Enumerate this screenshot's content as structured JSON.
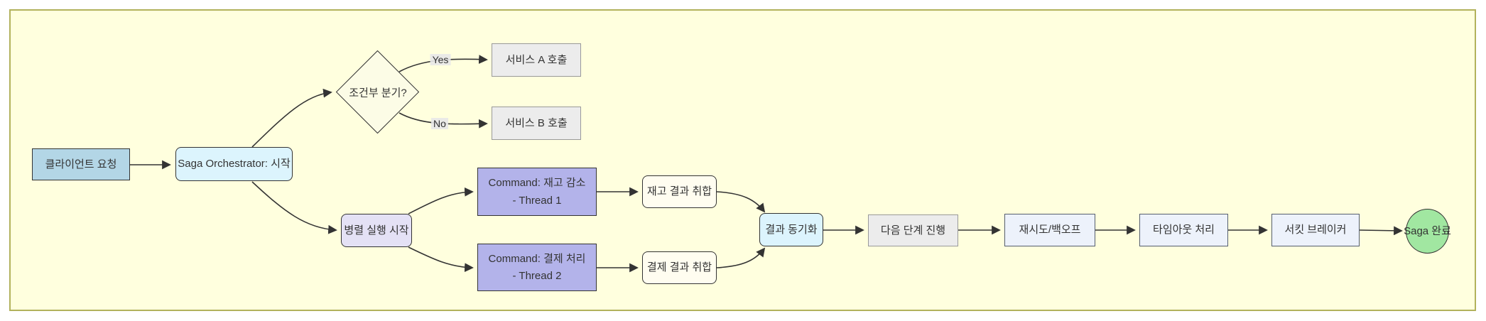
{
  "diagram": {
    "type": "flowchart",
    "background_color": "#ffffde",
    "frame_border_color": "#b2b25c",
    "nodes": {
      "client": {
        "label": "클라이언트 요청",
        "shape": "rect",
        "fill": "#b3d6e6"
      },
      "orchestrator": {
        "label": "Saga Orchestrator: 시작",
        "shape": "round-rect",
        "fill": "#dcf4fd"
      },
      "decision": {
        "label": "조건부 분기?",
        "shape": "diamond",
        "fill": "#fcfce6"
      },
      "service_a": {
        "label": "서비스 A 호출",
        "shape": "rect",
        "fill": "#ececec"
      },
      "service_b": {
        "label": "서비스 B 호출",
        "shape": "rect",
        "fill": "#ececec"
      },
      "parallel": {
        "label": "병렬 실행 시작",
        "shape": "round-rect",
        "fill": "#e4e1f5"
      },
      "command1": {
        "line1": "Command: 재고 감소",
        "line2": "- Thread 1",
        "shape": "rect",
        "fill": "#b3b3ea"
      },
      "command2": {
        "line1": "Command: 결제 처리",
        "line2": "- Thread 2",
        "shape": "rect",
        "fill": "#b3b3ea"
      },
      "agg_stock": {
        "label": "재고 결과 취합",
        "shape": "round-rect",
        "fill": "#fffdf0"
      },
      "agg_payment": {
        "label": "결제 결과 취합",
        "shape": "round-rect",
        "fill": "#fffdf0"
      },
      "sync": {
        "label": "결과 동기화",
        "shape": "round-rect",
        "fill": "#dcf4fd"
      },
      "next_step": {
        "label": "다음 단계 진행",
        "shape": "rect",
        "fill": "#ececec"
      },
      "retry": {
        "label": "재시도/백오프",
        "shape": "rect",
        "fill": "#edf2fb"
      },
      "timeout": {
        "label": "타임아웃 처리",
        "shape": "rect",
        "fill": "#edf2fb"
      },
      "circuit": {
        "label": "서킷 브레이커",
        "shape": "rect",
        "fill": "#edf2fb"
      },
      "done": {
        "label": "Saga 완료",
        "shape": "circle",
        "fill": "#a1e7a1"
      }
    },
    "edge_labels": {
      "yes": "Yes",
      "no": "No"
    },
    "edges": [
      {
        "from": "클라이언트 요청",
        "to": "Saga Orchestrator: 시작"
      },
      {
        "from": "Saga Orchestrator: 시작",
        "to": "조건부 분기?"
      },
      {
        "from": "조건부 분기?",
        "to": "서비스 A 호출",
        "label": "Yes"
      },
      {
        "from": "조건부 분기?",
        "to": "서비스 B 호출",
        "label": "No"
      },
      {
        "from": "Saga Orchestrator: 시작",
        "to": "병렬 실행 시작"
      },
      {
        "from": "병렬 실행 시작",
        "to": "Command: 재고 감소 - Thread 1"
      },
      {
        "from": "병렬 실행 시작",
        "to": "Command: 결제 처리 - Thread 2"
      },
      {
        "from": "Command: 재고 감소 - Thread 1",
        "to": "재고 결과 취합"
      },
      {
        "from": "Command: 결제 처리 - Thread 2",
        "to": "결제 결과 취합"
      },
      {
        "from": "재고 결과 취합",
        "to": "결과 동기화"
      },
      {
        "from": "결제 결과 취합",
        "to": "결과 동기화"
      },
      {
        "from": "결과 동기화",
        "to": "다음 단계 진행"
      },
      {
        "from": "다음 단계 진행",
        "to": "재시도/백오프"
      },
      {
        "from": "재시도/백오프",
        "to": "타임아웃 처리"
      },
      {
        "from": "타임아웃 처리",
        "to": "서킷 브레이커"
      },
      {
        "from": "서킷 브레이커",
        "to": "Saga 완료"
      }
    ],
    "edge_color": "#333333"
  }
}
